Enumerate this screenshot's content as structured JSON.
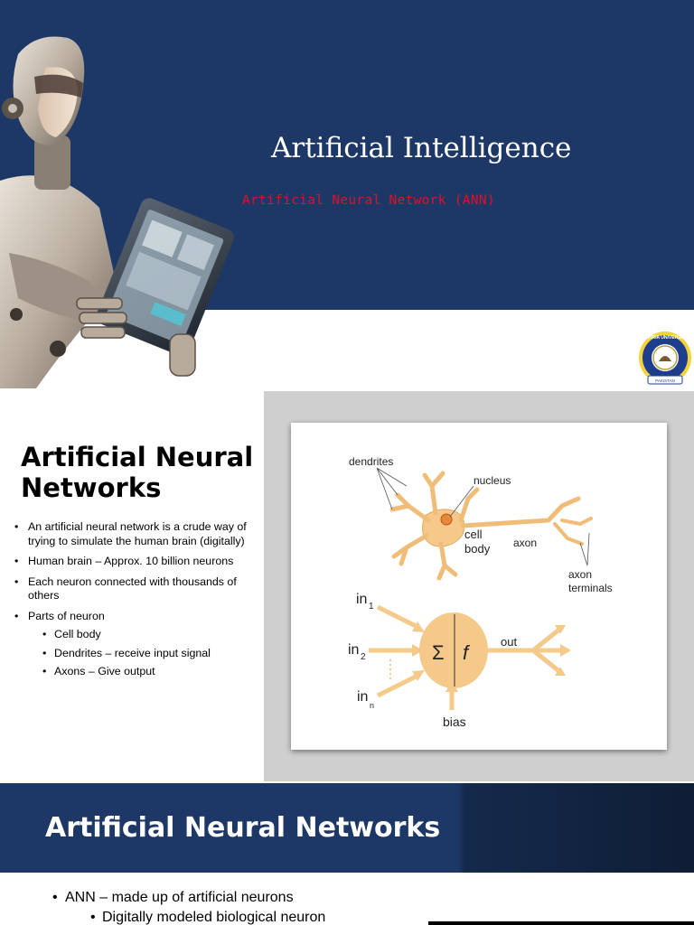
{
  "slide1": {
    "title": "Artificial Intelligence",
    "subtitle": "Artificial Neural Network (ANN)",
    "colors": {
      "banner": "#1d3766",
      "subtitle": "#e0102a"
    },
    "logo": {
      "top_text": "BAHRIA UNIVERSITY",
      "bottom_text": "PAKISTAN"
    }
  },
  "slide2": {
    "heading": "Artificial Neural Networks",
    "bullets": [
      "An artificial neural network is a crude way of trying to simulate the human brain (digitally)",
      "Human brain – Approx. 10 billion neurons",
      "Each neuron connected with thousands of others",
      "Parts of neuron"
    ],
    "sub_bullets": [
      "Cell body",
      "Dendrites – receive input signal",
      "Axons – Give output"
    ],
    "figure": {
      "dendrites": "dendrites",
      "nucleus": "nucleus",
      "cell_body_1": "cell",
      "cell_body_2": "body",
      "axon": "axon",
      "axon_terminals_1": "axon",
      "axon_terminals_2": "terminals",
      "in": "in",
      "sub1": "1",
      "sub2": "2",
      "subn": "n",
      "sigma": "Σ",
      "f": "f",
      "out": "out",
      "bias": "bias"
    }
  },
  "slide3": {
    "title": "Artificial Neural Networks",
    "bullets": [
      "ANN – made up of artificial neurons"
    ],
    "sub_bullets": [
      "Digitally modeled biological neuron"
    ]
  }
}
